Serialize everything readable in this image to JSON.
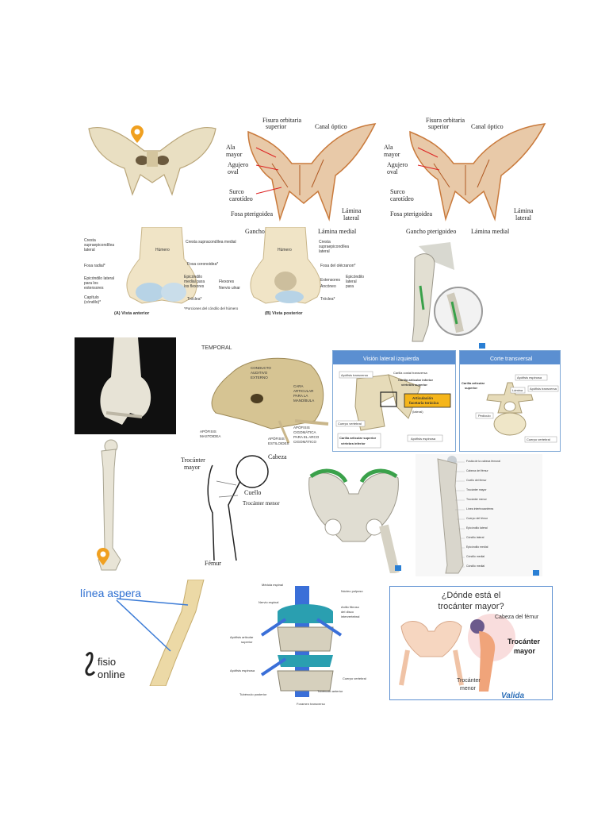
{
  "colors": {
    "bone": "#e9dfc2",
    "bone_shade": "#c9b68a",
    "sphenoid_red": "#c97a3c",
    "green_highlight": "#3aa14a",
    "blue_spine": "#3a6fd8",
    "teal_disc": "#2a9fb0",
    "valida_blue": "#2d6fb8",
    "pin_orange": "#f0a020"
  },
  "sphenoid_right1": {
    "labels": [
      "Fisura orbitaria superior",
      "Canal óptico",
      "Ala mayor",
      "Agujero oval",
      "Surco carotideo",
      "Fosa pterigoidea",
      "Gancho pterigoideo",
      "Lámina lateral",
      "Lámina medial"
    ]
  },
  "humerus_anterior": {
    "labels": [
      "Cresta supraepicondílea lateral",
      "Cresta supracondílea medial",
      "Húmero",
      "Fosa radial*",
      "Fosa coronoidea*",
      "Epicóndilo lateral para los extensores",
      "Epicóndilo medial para los flexores",
      "Flexores",
      "Nervio ulnar",
      "Capítulo (cóndilo)*",
      "Tróclea*",
      "(A) Vista anterior",
      "*Porciones del cóndilo del húmero"
    ]
  },
  "humerus_posterior": {
    "labels": [
      "Cresta supraepicondílea lateral",
      "Húmero",
      "Fosa del olécranon*",
      "Epicóndilo lateral para",
      "Extensores",
      "Ancóneo",
      "Tróclea*",
      "(B) Vista posterior"
    ]
  },
  "temporal": {
    "labels": [
      "TEMPORAL",
      "CONDUCTO AUDITIVO EXTERNO",
      "CARA ARTICULAR PARA LA MANDÍBULA",
      "APÓFISIS MASTOIDEA",
      "APÓFISIS ESTILOIDES",
      "APÓFISIS CIGOMÁTICA PARA EL ARCO CIGOMÁTICO"
    ]
  },
  "vertebra_lateral": {
    "title": "Visión  lateral izquierda",
    "labels": [
      "Apófisis transversa",
      "Carilla costal transversa",
      "Carilla articular inferior vértebra superior",
      "Articulación facetaria torácica",
      "(lateral)",
      "Cuerpo vertebral",
      "Carilla articular superior vértebra inferior",
      "Apófisis espinosa"
    ]
  },
  "vertebra_transversal": {
    "title": "Corte  transversal",
    "labels": [
      "Apófisis espinosa",
      "Carilla articular superior",
      "Lámina",
      "Apófisis transversa",
      "Pedículo",
      "Cuerpo vertebral"
    ]
  },
  "femur_head": {
    "labels": [
      "Trocánter mayor",
      "Cabeza",
      "Cuello",
      "Trocánter menor",
      "Fémur"
    ]
  },
  "femur_list": {
    "labels": [
      "Fosita de la cabeza femoral",
      "Cabeza del fémur",
      "Cuello del fémur",
      "Trocánter mayor",
      "Trocánter menor",
      "Línea intertrocantérea",
      "Cuerpo del fémur",
      "Epicóndilo lateral",
      "Cóndilo lateral",
      "Epicóndilo medial",
      "Cóndilo medial",
      "Cóndilo medial"
    ]
  },
  "linea_aspera": {
    "label": "línea aspera",
    "brand_line1": "fisio",
    "brand_line2": "online"
  },
  "spine": {
    "labels": [
      "Médula espinal",
      "Núcleo pulposo",
      "Nervio espinal",
      "Anillo fibroso del disco intervertebral",
      "Apófisis articular superior",
      "Apófisis espinosa",
      "Cuerpo vertebral",
      "Tubérculo anterior",
      "Tubérculo posterior",
      "Foramen transverso"
    ]
  },
  "trocanter": {
    "question_line1": "¿Dónde está el",
    "question_line2": "trocánter mayor?",
    "label_head": "Cabeza del fémur",
    "label_mayor_1": "Trocánter",
    "label_mayor_2": "mayor",
    "label_menor_1": "Trocánter",
    "label_menor_2": "menor",
    "brand": "Valida"
  }
}
